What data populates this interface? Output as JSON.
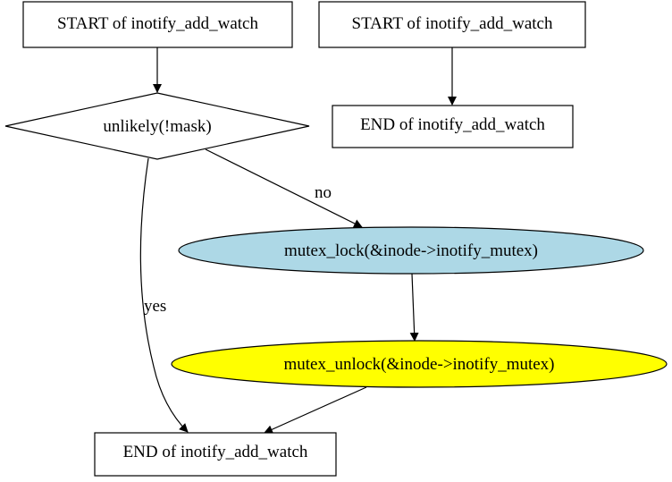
{
  "nodes": {
    "start_left": {
      "label": "START of inotify_add_watch",
      "shape": "box"
    },
    "start_right": {
      "label": "START of inotify_add_watch",
      "shape": "box"
    },
    "end_top": {
      "label": "END of inotify_add_watch",
      "shape": "box"
    },
    "decision": {
      "label": "unlikely(!mask)",
      "shape": "diamond"
    },
    "mutex_lock": {
      "label": "mutex_lock(&inode->inotify_mutex)",
      "shape": "ellipse",
      "fill": "#add8e6"
    },
    "mutex_unlock": {
      "label": "mutex_unlock(&inode->inotify_mutex)",
      "shape": "ellipse",
      "fill": "#ffff00"
    },
    "end_bottom": {
      "label": "END of inotify_add_watch",
      "shape": "box"
    }
  },
  "edges": [
    {
      "from": "start_left",
      "to": "decision",
      "label": ""
    },
    {
      "from": "start_right",
      "to": "end_top",
      "label": ""
    },
    {
      "from": "decision",
      "to": "mutex_lock",
      "label": "no"
    },
    {
      "from": "decision",
      "to": "end_bottom",
      "label": "yes"
    },
    {
      "from": "mutex_lock",
      "to": "mutex_unlock",
      "label": ""
    },
    {
      "from": "mutex_unlock",
      "to": "end_bottom",
      "label": ""
    }
  ],
  "edge_labels": {
    "no": "no",
    "yes": "yes"
  }
}
